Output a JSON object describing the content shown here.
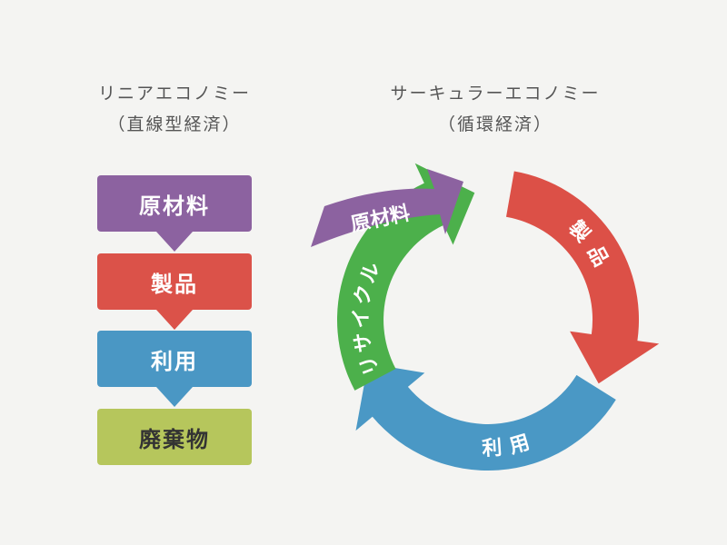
{
  "linear": {
    "title": "リニアエコノミー",
    "subtitle": "（直線型経済）",
    "steps": [
      {
        "label": "原材料",
        "color": "#8c62a0"
      },
      {
        "label": "製品",
        "color": "#db5249"
      },
      {
        "label": "利用",
        "color": "#4a97c4"
      },
      {
        "label": "廃棄物",
        "color": "#b6c65c"
      }
    ]
  },
  "circular": {
    "title": "サーキュラーエコノミー",
    "subtitle": "（循環経済）",
    "segments": [
      {
        "label": "製品",
        "color": "#dc5047"
      },
      {
        "label": "利用",
        "color": "#4a98c5"
      },
      {
        "label": "リサイクル",
        "color": "#4cb04b"
      },
      {
        "label": "原材料",
        "color": "#8c62a0"
      }
    ]
  }
}
